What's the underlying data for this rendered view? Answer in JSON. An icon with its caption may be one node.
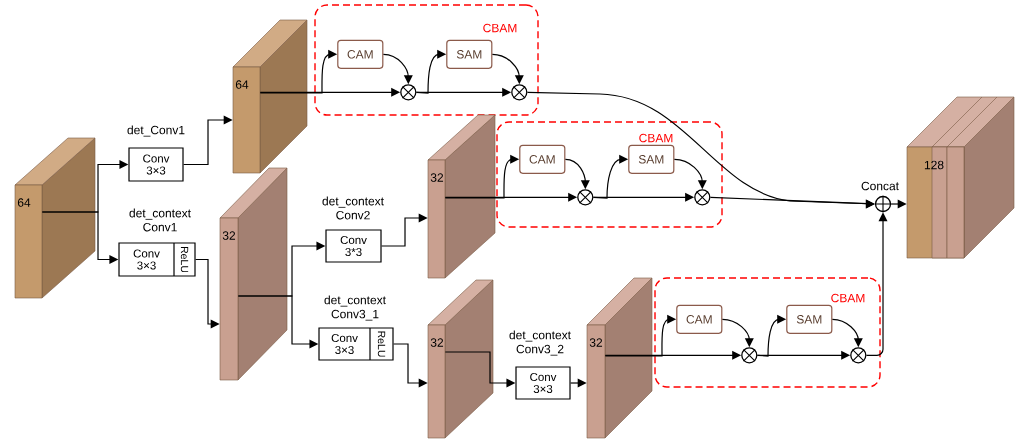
{
  "diagram": {
    "nodes": [
      {
        "text": [
          "64"
        ]
      },
      {
        "text": [
          "Conv 3×3"
        ],
        "beside": [
          "det_Conv1"
        ]
      },
      {
        "text": [
          "64"
        ]
      },
      {
        "text": [
          "Conv 3×3",
          "ReLU"
        ],
        "beside": [
          "det_context Conv1"
        ]
      },
      {
        "text": [
          "32"
        ]
      },
      {
        "text": [
          "CBAM"
        ]
      },
      {
        "text": [
          "CAM"
        ],
        "in": 5
      },
      {
        "text": [
          "SAM"
        ],
        "in": 5
      },
      {
        "text": [],
        "shape": "circle",
        "in": 5
      },
      {
        "text": [],
        "shape": "circle",
        "in": 5
      },
      {
        "text": [
          "Conv 3*3"
        ],
        "beside": [
          "det_context Conv2"
        ]
      },
      {
        "text": [
          "32"
        ]
      },
      {
        "text": [
          "CBAM"
        ]
      },
      {
        "text": [
          "CAM"
        ],
        "in": 12
      },
      {
        "text": [
          "SAM"
        ],
        "in": 12
      },
      {
        "text": [],
        "shape": "circle",
        "in": 12
      },
      {
        "text": [],
        "shape": "circle",
        "in": 12
      },
      {
        "text": [
          "Conv 3×3",
          "ReLU"
        ],
        "beside": [
          "det_context Conv3_1"
        ]
      },
      {
        "text": [
          "32"
        ]
      },
      {
        "text": [
          "Conv 3×3"
        ],
        "beside": [
          "det_context Conv3_2"
        ]
      },
      {
        "text": [
          "32"
        ]
      },
      {
        "text": [
          "CBAM"
        ]
      },
      {
        "text": [
          "CAM"
        ],
        "in": 21
      },
      {
        "text": [
          "SAM"
        ],
        "in": 21
      },
      {
        "text": [],
        "shape": "circle",
        "in": 21
      },
      {
        "text": [],
        "shape": "circle",
        "in": 21
      },
      {
        "text": [],
        "shape": "circle",
        "beside": [
          "Concat"
        ]
      },
      {
        "text": [
          "128"
        ]
      }
    ],
    "edges": [
      {
        "from": 0,
        "to": 1,
        "arrow": "to"
      },
      {
        "from": 0,
        "to": 3,
        "arrow": "to"
      },
      {
        "from": 1,
        "to": 2,
        "arrow": "to"
      },
      {
        "from": 3,
        "to": 4,
        "arrow": "to"
      },
      {
        "from": 4,
        "to": 10,
        "arrow": "to"
      },
      {
        "from": 4,
        "to": 17,
        "arrow": "to"
      },
      {
        "from": 10,
        "to": 11,
        "arrow": "to"
      },
      {
        "from": 17,
        "to": 18,
        "arrow": "to"
      },
      {
        "from": 18,
        "to": 19,
        "arrow": "to"
      },
      {
        "from": 19,
        "to": 20,
        "arrow": "to"
      },
      {
        "from": 2,
        "to": 8,
        "arrow": "to"
      },
      {
        "from": 2,
        "to": 6,
        "arrow": "to"
      },
      {
        "from": 6,
        "to": 8,
        "arrow": "to"
      },
      {
        "from": 8,
        "to": 9,
        "arrow": "to"
      },
      {
        "from": 8,
        "to": 7,
        "arrow": "to"
      },
      {
        "from": 7,
        "to": 9,
        "arrow": "to"
      },
      {
        "from": 9,
        "to": 26,
        "arrow": "to"
      },
      {
        "from": 11,
        "to": 15,
        "arrow": "to"
      },
      {
        "from": 11,
        "to": 13,
        "arrow": "to"
      },
      {
        "from": 13,
        "to": 15,
        "arrow": "to"
      },
      {
        "from": 15,
        "to": 16,
        "arrow": "to"
      },
      {
        "from": 15,
        "to": 14,
        "arrow": "to"
      },
      {
        "from": 14,
        "to": 16,
        "arrow": "to"
      },
      {
        "from": 16,
        "to": 26,
        "arrow": "to"
      },
      {
        "from": 20,
        "to": 24,
        "arrow": "to"
      },
      {
        "from": 20,
        "to": 22,
        "arrow": "to"
      },
      {
        "from": 22,
        "to": 24,
        "arrow": "to"
      },
      {
        "from": 24,
        "to": 25,
        "arrow": "to"
      },
      {
        "from": 24,
        "to": 23,
        "arrow": "to"
      },
      {
        "from": 23,
        "to": 25,
        "arrow": "to"
      },
      {
        "from": 25,
        "to": 26,
        "arrow": "to"
      },
      {
        "from": 26,
        "to": 27,
        "arrow": "to"
      }
    ]
  }
}
